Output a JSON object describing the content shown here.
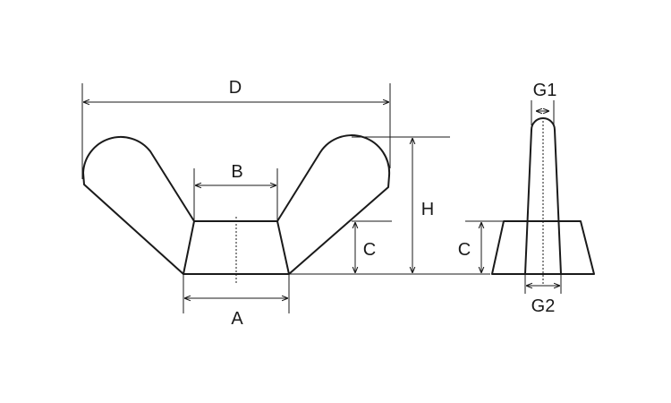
{
  "title": "Wing nut dimension drawing",
  "labels": {
    "D": "D",
    "B": "B",
    "A": "A",
    "C_front": "C",
    "H": "H",
    "C_side": "C",
    "G1": "G1",
    "G2": "G2"
  }
}
